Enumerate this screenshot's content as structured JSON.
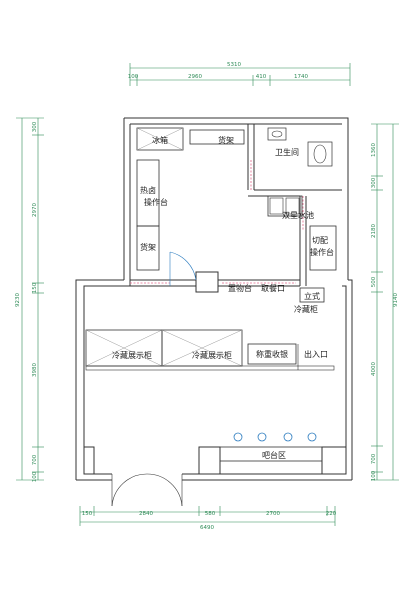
{
  "dimensions": {
    "top_total": "5310",
    "top_segments": [
      "100",
      "2960",
      "410",
      "1740"
    ],
    "bottom_total": "6490",
    "bottom_segments": [
      "150",
      "2840",
      "580",
      "2700",
      "220"
    ],
    "left_total": "9230",
    "left_segments": [
      "300",
      "2970",
      "150",
      "3980",
      "700",
      "100"
    ],
    "right_total": "9140",
    "right_segments": [
      "1360",
      "300",
      "2180",
      "500",
      "4000",
      "700",
      "100"
    ]
  },
  "rooms": {
    "fridge": "冰箱",
    "shelf_top": "货架",
    "restroom": "卫生间",
    "braise_station_line1": "热卤",
    "braise_station_line2": "操作台",
    "double_sink": "双星水池",
    "shelf_left": "货架",
    "prep_station_line1": "切配",
    "prep_station_line2": "操作台",
    "storage_counter": "置物台",
    "pickup_window": "取餐口",
    "upright_fridge_line1": "立式",
    "upright_fridge_line2": "冷藏柜",
    "display_fridge_1": "冷藏展示柜",
    "display_fridge_2": "冷藏展示柜",
    "weigh_checkout": "称重收银",
    "entrance_exit": "出入口",
    "bar_area": "吧台区"
  }
}
